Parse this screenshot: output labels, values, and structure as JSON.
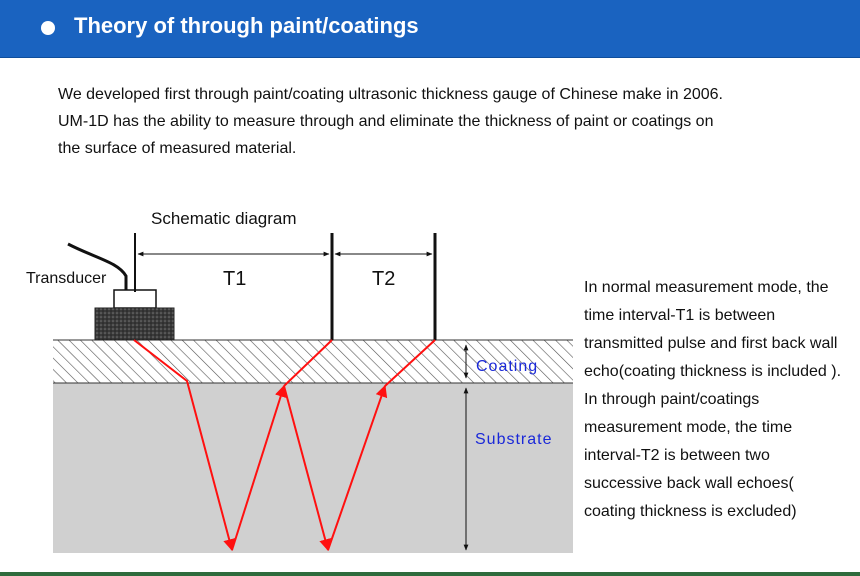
{
  "header": {
    "title": "Theory of through paint/coatings"
  },
  "intro": {
    "line1": "We developed first through paint/coating ultrasonic thickness gauge of Chinese make in 2006.",
    "line2": "UM-1D has the ability to measure through and eliminate the thickness of paint or coatings on",
    "line3": "the surface of measured material."
  },
  "diagram": {
    "caption": "Schematic diagram",
    "transducer_label": "Transducer",
    "t1_label": "T1",
    "t2_label": "T2",
    "coating_label": "Coating",
    "substrate_label": "Substrate",
    "colors": {
      "substrate": "#d0d0d0",
      "arrow": "#ff1010",
      "label_blue": "#1a28d8"
    }
  },
  "explanation": {
    "normal_mode": "In normal measurement mode, the time interval-T1 is between transmitted pulse and first back wall echo(coating thickness is included ).",
    "through_mode": "In through paint/coatings measurement mode, the time interval-T2 is between two successive back wall echoes( coating thickness is excluded)"
  }
}
